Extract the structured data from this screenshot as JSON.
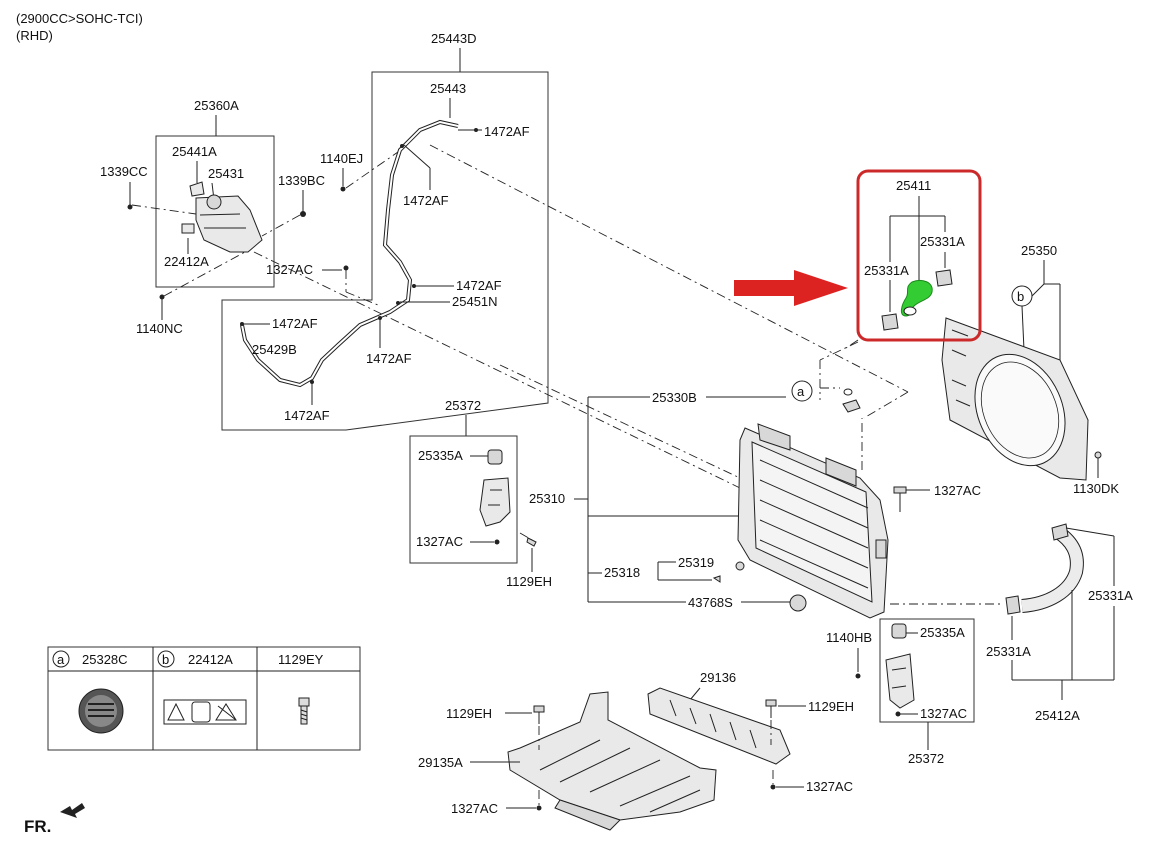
{
  "header": {
    "engine": "(2900CC>SOHC-TCI)",
    "side": "(RHD)"
  },
  "colors": {
    "highlight_box": "#cc2a2a",
    "arrow": "#dd2222",
    "hose": "#33cc33"
  },
  "parts": {
    "p25443D": "25443D",
    "p25443": "25443",
    "p1472AF_a": "1472AF",
    "p1140EJ": "1140EJ",
    "p1472AF_b": "1472AF",
    "p25360A": "25360A",
    "p25441A": "25441A",
    "p25431": "25431",
    "p1339CC": "1339CC",
    "p1339BC": "1339BC",
    "p22412A": "22412A",
    "p1327AC_a": "1327AC",
    "p1472AF_c": "1472AF",
    "p25451N": "25451N",
    "p1140NC": "1140NC",
    "p1472AF_d": "1472AF",
    "p25429B": "25429B",
    "p1472AF_e": "1472AF",
    "p1472AF_f": "1472AF",
    "p25372_a": "25372",
    "p25335A_a": "25335A",
    "p1327AC_b": "1327AC",
    "p1129EH_a": "1129EH",
    "p25411": "25411",
    "p25331A_a": "25331A",
    "p25331A_b": "25331A",
    "p25350": "25350",
    "p25330B": "25330B",
    "p25310": "25310",
    "p1327AC_c": "1327AC",
    "p1130DK": "1130DK",
    "p25319": "25319",
    "p25318": "25318",
    "p43768S": "43768S",
    "p25331A_c": "25331A",
    "p25331A_d": "25331A",
    "p1140HB": "1140HB",
    "p25335A_b": "25335A",
    "p29136": "29136",
    "p1129EH_b": "1129EH",
    "p1129EH_c": "1129EH",
    "p1327AC_d": "1327AC",
    "p25412A": "25412A",
    "p25372_b": "25372",
    "p29135A": "29135A",
    "p1327AC_e": "1327AC",
    "p1327AC_f": "1327AC"
  },
  "callouts": {
    "a": "a",
    "b": "b"
  },
  "legend": {
    "col_a_letter": "a",
    "col_a_part": "25328C",
    "col_b_letter": "b",
    "col_b_part": "22412A",
    "col_c_part": "1129EY"
  },
  "footer": {
    "front": "FR."
  }
}
